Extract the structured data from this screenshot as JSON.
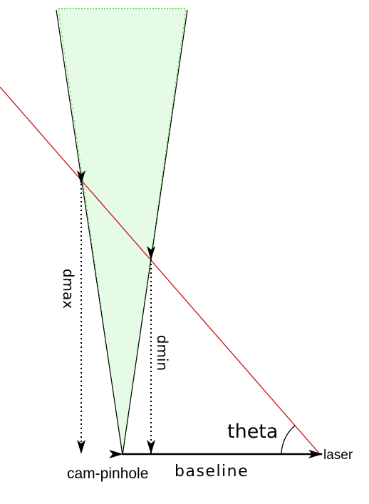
{
  "labels": {
    "dmax": "dmax",
    "dmin": "dmin",
    "theta": "theta",
    "laser": "laser",
    "camera": "cam-pinhole",
    "baseline": "baseline"
  },
  "colors": {
    "fov_fill": "#e6fbe6",
    "fov_edge": "#66dd55",
    "laser_line": "#cc1111",
    "ink": "#000000"
  }
}
